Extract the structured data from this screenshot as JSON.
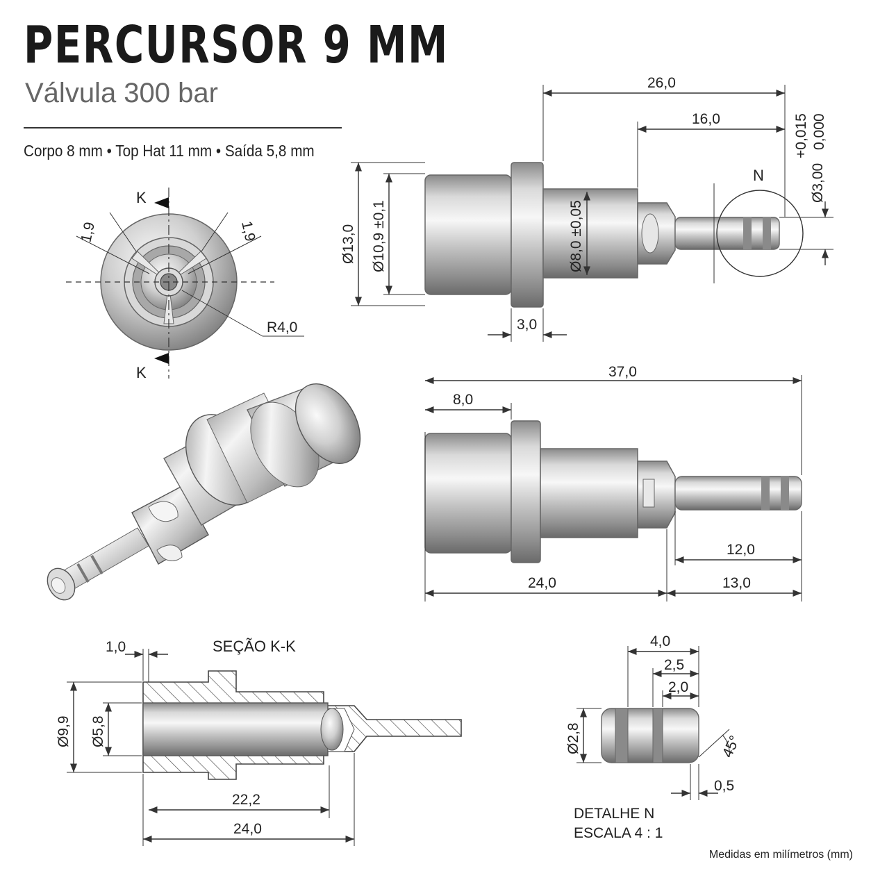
{
  "header": {
    "title": "PERCURSOR 9 MM",
    "subtitle": "Válvula 300 bar",
    "specs": "Corpo 8 mm • Top Hat 11 mm • Saída 5,8 mm"
  },
  "footer": {
    "note": "Medidas em milímetros (mm)"
  },
  "section_marks": {
    "top": "K",
    "bottom": "K"
  },
  "end_view": {
    "dim_left": "1,9",
    "dim_right": "1,9",
    "radius": "R4,0"
  },
  "top_view": {
    "d_overall": "26,0",
    "d_shaft": "16,0",
    "tol_upper": "+0,015",
    "tol_lower": "0,000",
    "d_tip": "Ø3,00",
    "detail_label": "N",
    "d_outer": "Ø13,0",
    "d_body": "Ø10,9 ±0,1",
    "d_neck": "Ø8,0 ±0,05",
    "d_hat": "3,0"
  },
  "side_view": {
    "d_total": "37,0",
    "d_body": "8,0",
    "d_tip12": "12,0",
    "d_left24": "24,0",
    "d_right13": "13,0"
  },
  "section_view": {
    "label": "SEÇÃO K-K",
    "d_wall": "1,0",
    "d_outer": "Ø9,9",
    "d_bore": "Ø5,8",
    "d_222": "22,2",
    "d_240": "24,0"
  },
  "detail_view": {
    "d_40": "4,0",
    "d_25": "2,5",
    "d_20": "2,0",
    "d_dia": "Ø2,8",
    "d_angle": "45°",
    "d_05": "0,5",
    "caption_1": "DETALHE N",
    "caption_2": "ESCALA 4 : 1"
  },
  "colors": {
    "metal_light": "#f2f2f2",
    "metal_mid": "#b5b5b5",
    "metal_dark": "#6e6e6e",
    "ink": "#222222"
  }
}
